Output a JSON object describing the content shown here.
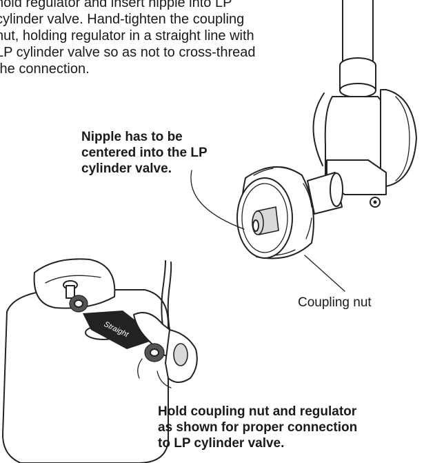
{
  "intro": {
    "lines": [
      "hold regulator and insert nipple into LP",
      "cylinder valve. Hand-tighten the coupling",
      "nut, holding regulator in a straight line with",
      "LP cylinder valve so as not to cross-thread",
      "the connection."
    ]
  },
  "callouts": {
    "nipple": [
      "Nipple has to be",
      "centered into the LP",
      "cylinder valve."
    ],
    "coupling_nut": "Coupling nut",
    "hold": [
      "Hold coupling nut and regulator",
      "as shown for proper connection",
      "to LP cylinder valve."
    ]
  },
  "diagram": {
    "arrow_label": "Straight"
  }
}
